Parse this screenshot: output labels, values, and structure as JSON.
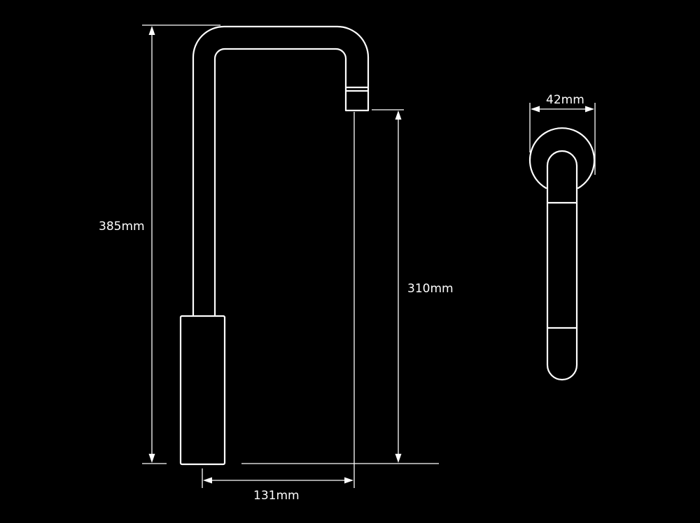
{
  "colors": {
    "background": "#000000",
    "line": "#ffffff"
  },
  "dimensions": {
    "total_height": "385mm",
    "spout_clearance": "310mm",
    "spout_reach": "131mm",
    "pipe_diameter": "42mm"
  }
}
